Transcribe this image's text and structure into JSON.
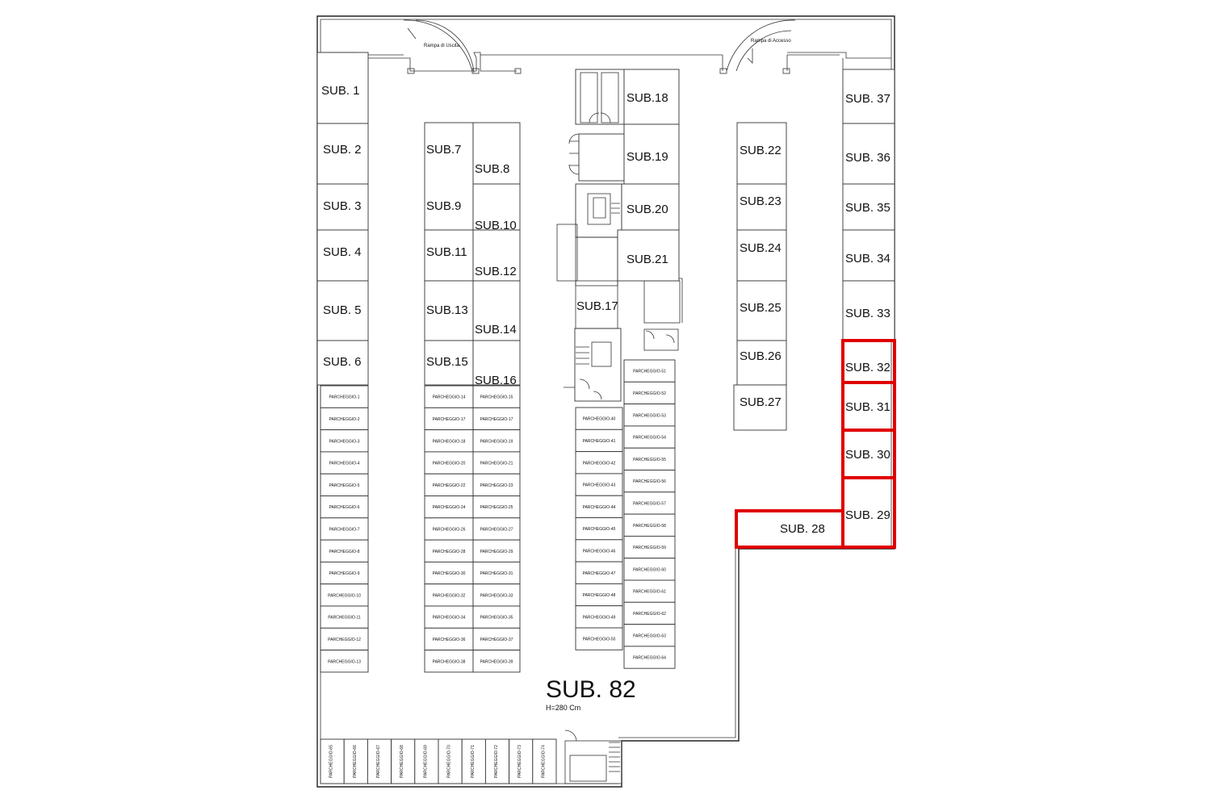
{
  "units": [
    {
      "id": "sub1",
      "label": "SUB. 1"
    },
    {
      "id": "sub2",
      "label": "SUB. 2"
    },
    {
      "id": "sub3",
      "label": "SUB. 3"
    },
    {
      "id": "sub4",
      "label": "SUB. 4"
    },
    {
      "id": "sub5",
      "label": "SUB. 5"
    },
    {
      "id": "sub6",
      "label": "SUB. 6"
    },
    {
      "id": "sub7",
      "label": "SUB.7"
    },
    {
      "id": "sub8",
      "label": "SUB.8"
    },
    {
      "id": "sub9",
      "label": "SUB.9"
    },
    {
      "id": "sub10",
      "label": "SUB.10"
    },
    {
      "id": "sub11",
      "label": "SUB.11"
    },
    {
      "id": "sub12",
      "label": "SUB.12"
    },
    {
      "id": "sub13",
      "label": "SUB.13"
    },
    {
      "id": "sub14",
      "label": "SUB.14"
    },
    {
      "id": "sub15",
      "label": "SUB.15"
    },
    {
      "id": "sub16",
      "label": "SUB.16"
    },
    {
      "id": "sub17",
      "label": "SUB.17"
    },
    {
      "id": "sub18",
      "label": "SUB.18"
    },
    {
      "id": "sub19",
      "label": "SUB.19"
    },
    {
      "id": "sub20",
      "label": "SUB.20"
    },
    {
      "id": "sub21",
      "label": "SUB.21"
    },
    {
      "id": "sub22",
      "label": "SUB.22"
    },
    {
      "id": "sub23",
      "label": "SUB.23"
    },
    {
      "id": "sub24",
      "label": "SUB.24"
    },
    {
      "id": "sub25",
      "label": "SUB.25"
    },
    {
      "id": "sub26",
      "label": "SUB.26"
    },
    {
      "id": "sub27",
      "label": "SUB.27"
    },
    {
      "id": "sub28",
      "label": "SUB. 28"
    },
    {
      "id": "sub29",
      "label": "SUB. 29"
    },
    {
      "id": "sub30",
      "label": "SUB. 30"
    },
    {
      "id": "sub31",
      "label": "SUB. 31"
    },
    {
      "id": "sub32",
      "label": "SUB. 32"
    },
    {
      "id": "sub33",
      "label": "SUB. 33"
    },
    {
      "id": "sub34",
      "label": "SUB. 34"
    },
    {
      "id": "sub35",
      "label": "SUB. 35"
    },
    {
      "id": "sub36",
      "label": "SUB. 36"
    },
    {
      "id": "sub37",
      "label": "SUB. 37"
    }
  ],
  "highlighted_units": [
    "SUB. 28",
    "SUB. 29",
    "SUB. 30",
    "SUB. 31",
    "SUB. 32"
  ],
  "highlight_color": "#e00000",
  "main_area": {
    "label": "SUB. 82",
    "height_note": "H=280 Cm"
  },
  "ramps": {
    "left": "Rampa di Uscita",
    "right": "Rampa di Accesso"
  },
  "parking_labels": {
    "col_a": [
      "PARCHEGGIO-1",
      "PARCHEGGIO-2",
      "PARCHEGGIO-3",
      "PARCHEGGIO-4",
      "PARCHEGGIO-5",
      "PARCHEGGIO-6",
      "PARCHEGGIO-7",
      "PARCHEGGIO-8",
      "PARCHEGGIO-9",
      "PARCHEGGIO-10",
      "PARCHEGGIO-11",
      "PARCHEGGIO-12",
      "PARCHEGGIO-13"
    ],
    "col_b": [
      "PARCHEGGIO-14",
      "PARCHEGGIO-17",
      "PARCHEGGIO-18",
      "PARCHEGGIO-20",
      "PARCHEGGIO-22",
      "PARCHEGGIO-24",
      "PARCHEGGIO-26",
      "PARCHEGGIO-28",
      "PARCHEGGIO-30",
      "PARCHEGGIO-32",
      "PARCHEGGIO-34",
      "PARCHEGGIO-36",
      "PARCHEGGIO-38"
    ],
    "col_c": [
      "PARCHEGGIO-15",
      "PARCHEGGIO-17",
      "PARCHEGGIO-19",
      "PARCHEGGIO-21",
      "PARCHEGGIO-23",
      "PARCHEGGIO-25",
      "PARCHEGGIO-27",
      "PARCHEGGIO-29",
      "PARCHEGGIO-31",
      "PARCHEGGIO-33",
      "PARCHEGGIO-35",
      "PARCHEGGIO-37",
      "PARCHEGGIO-39"
    ],
    "col_d": [
      "PARCHEGGIO-40",
      "PARCHEGGIO-41",
      "PARCHEGGIO-42",
      "PARCHEGGIO-43",
      "PARCHEGGIO-44",
      "PARCHEGGIO-45",
      "PARCHEGGIO-46",
      "PARCHEGGIO-47",
      "PARCHEGGIO-48",
      "PARCHEGGIO-49",
      "PARCHEGGIO-50"
    ],
    "col_e": [
      "PARCHEGGIO-51",
      "PARCHEGGIO-52",
      "PARCHEGGIO-53",
      "PARCHEGGIO-54",
      "PARCHEGGIO-55",
      "PARCHEGGIO-56",
      "PARCHEGGIO-57",
      "PARCHEGGIO-58",
      "PARCHEGGIO-59",
      "PARCHEGGIO-60",
      "PARCHEGGIO-61",
      "PARCHEGGIO-62",
      "PARCHEGGIO-63",
      "PARCHEGGIO-64"
    ],
    "bottom_row": [
      "PARCHEGGIO-65",
      "PARCHEGGIO-66",
      "PARCHEGGIO-67",
      "PARCHEGGIO-68",
      "PARCHEGGIO-69",
      "PARCHEGGIO-70",
      "PARCHEGGIO-71",
      "PARCHEGGIO-72",
      "PARCHEGGIO-73",
      "PARCHEGGIO-74"
    ]
  }
}
